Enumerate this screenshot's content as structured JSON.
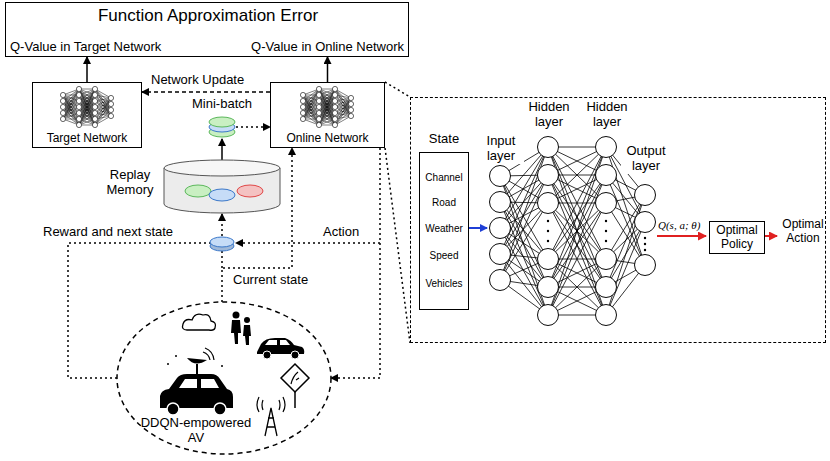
{
  "diagram": {
    "nodes": [
      {
        "text": [
          "Function Approximation Error",
          "Q-Value in Target Network",
          "Q-Value in Online Network"
        ]
      },
      {
        "text": [
          "Target Network"
        ]
      },
      {
        "text": [
          "Online Network"
        ]
      },
      {
        "text": [
          "Mini-batch"
        ]
      },
      {
        "text": [
          "Replay Memory"
        ]
      },
      {
        "text": [
          "Input layer",
          "Hidden layer",
          "Hidden layer",
          "Output layer",
          "Q(s, a; θ)",
          "Optimal Action"
        ]
      },
      {
        "text": [
          "State",
          "Channel",
          "Road",
          "Weather",
          "Speed",
          "Vehicles"
        ],
        "in": 5
      },
      {
        "text": [
          "Optimal Policy"
        ],
        "in": 5
      },
      {
        "text": [
          "DDQN-empowered AV"
        ]
      }
    ],
    "edges": [
      {
        "from": 1,
        "to": 0,
        "arrow": "to"
      },
      {
        "from": 2,
        "to": 0,
        "arrow": "to"
      },
      {
        "from": 2,
        "to": 1,
        "label": "Network Update",
        "arrow": "to"
      },
      {
        "from": 4,
        "to": 3,
        "arrow": "to"
      },
      {
        "from": 3,
        "to": 2,
        "arrow": "to"
      },
      {
        "from": 8,
        "to": 2,
        "label": "Current state",
        "arrow": "to"
      },
      {
        "from": 2,
        "to": 8,
        "label": "Action",
        "arrow": "to"
      },
      {
        "from": 8,
        "to": 4,
        "label": "Reward and next state",
        "arrow": "to"
      },
      {
        "from": 2,
        "to": 5,
        "arrow": "none"
      }
    ]
  }
}
